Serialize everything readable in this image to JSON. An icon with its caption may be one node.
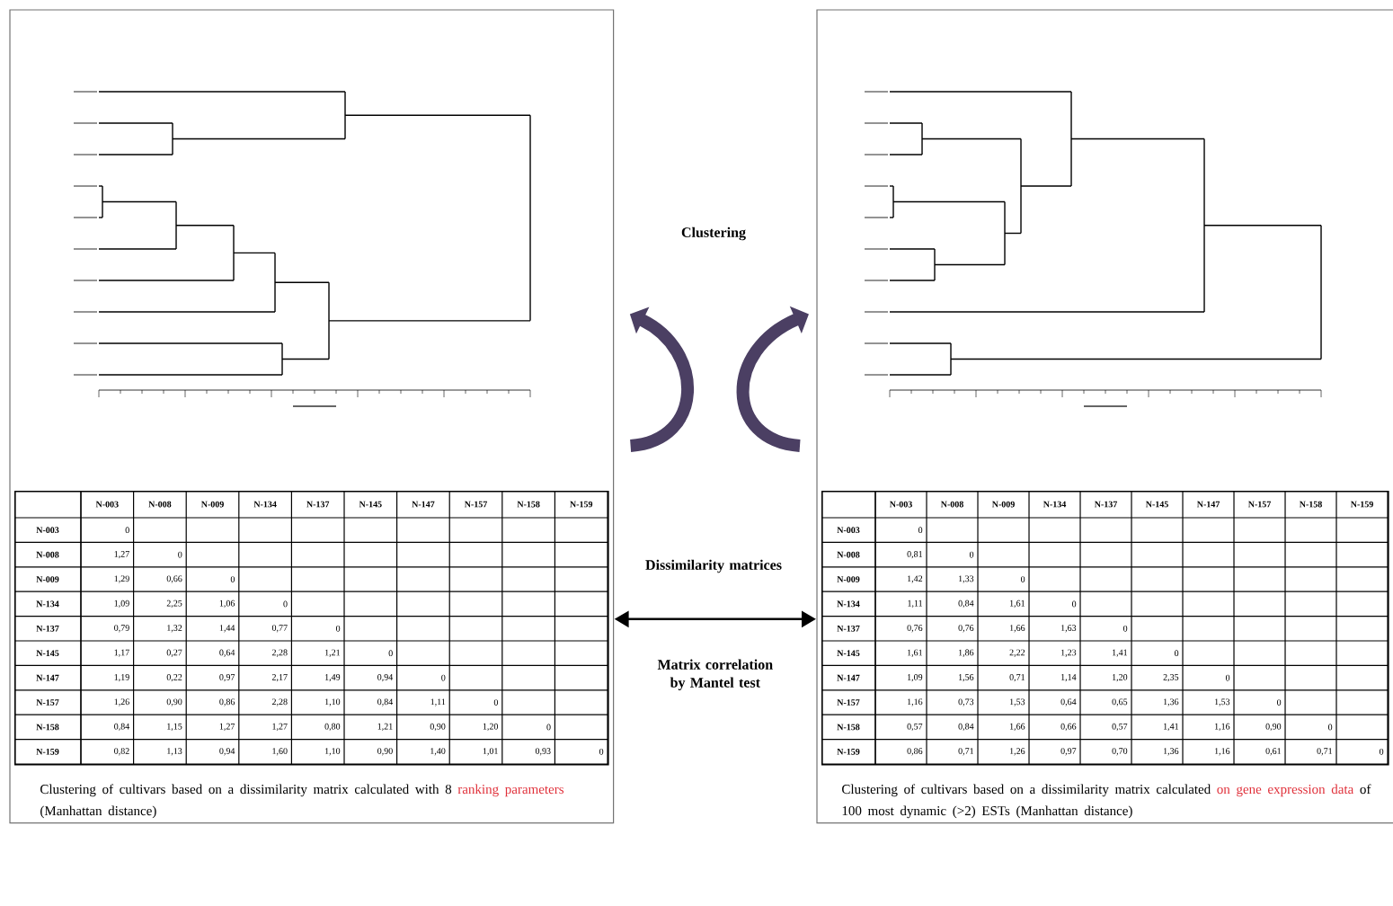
{
  "diagram": {
    "nodes": [
      {
        "text": [],
        "shape": "box"
      },
      {
        "text": [],
        "shape": "picture",
        "in": 0
      },
      {
        "text": [],
        "shape": "box",
        "in": 0
      },
      {
        "text": [
          "Clustering of cultivars based on a dissimilarity matrix calculated with 8",
          "ranking parameters",
          "(Manhattan distance)"
        ],
        "in": 0
      },
      {
        "text": [],
        "shape": "box"
      },
      {
        "text": [],
        "shape": "picture",
        "in": 4
      },
      {
        "text": [],
        "shape": "box",
        "in": 4
      },
      {
        "text": [
          "Clustering of cultivars based on a dissimilarity matrix calculated",
          "on gene expression data",
          "of 100 most dynamic (>2) ESTs (Manhattan distance)"
        ],
        "in": 4
      }
    ],
    "edges": [
      {
        "from": 2,
        "to": 1,
        "arrow": "to",
        "color": "#4b3f63"
      },
      {
        "from": 6,
        "to": 5,
        "arrow": "to",
        "color": "#4b3f63"
      },
      {
        "from": 2,
        "to": 6,
        "arrow": "both",
        "color": "#000000",
        "label": "Matrix correlation by Mantel test"
      }
    ],
    "labels": [
      "Clustering",
      "Dissimilarity matrices",
      "N-003",
      "N-008",
      "N-009",
      "N-134",
      "N-137",
      "N-145",
      "N-147",
      "N-157",
      "N-158",
      "N-159",
      "N-003",
      "0",
      "N-008",
      "1,27",
      "0",
      "N-009",
      "1,29",
      "0,66",
      "0",
      "N-134",
      "1,09",
      "2,25",
      "1,06",
      "0",
      "N-137",
      "0,79",
      "1,32",
      "1,44",
      "0,77",
      "0",
      "N-145",
      "1,17",
      "0,27",
      "0,64",
      "2,28",
      "1,21",
      "0",
      "N-147",
      "1,19",
      "0,22",
      "0,97",
      "2,17",
      "1,49",
      "0,94",
      "0",
      "N-157",
      "1,26",
      "0,90",
      "0,86",
      "2,28",
      "1,10",
      "0,84",
      "1,11",
      "0",
      "N-158",
      "0,84",
      "1,15",
      "1,27",
      "1,27",
      "0,80",
      "1,21",
      "0,90",
      "1,20",
      "0",
      "N-159",
      "0,82",
      "1,13",
      "0,94",
      "1,60",
      "1,10",
      "0,90",
      "1,40",
      "1,01",
      "0,93",
      "0",
      "N-003",
      "N-008",
      "N-009",
      "N-134",
      "N-137",
      "N-145",
      "N-147",
      "N-157",
      "N-158",
      "N-159",
      "N-003",
      "0",
      "N-008",
      "0,81",
      "0",
      "N-009",
      "1,42",
      "1,33",
      "0",
      "N-134",
      "1,11",
      "0,84",
      "1,61",
      "0",
      "N-137",
      "0,76",
      "0,76",
      "1,66",
      "1,63",
      "0",
      "N-145",
      "1,61",
      "1,86",
      "2,22",
      "1,23",
      "1,41",
      "0",
      "N-147",
      "1,09",
      "1,56",
      "0,71",
      "1,14",
      "1,20",
      "2,35",
      "0",
      "N-157",
      "1,16",
      "0,73",
      "1,53",
      "0,64",
      "0,65",
      "1,36",
      "1,53",
      "0",
      "N-158",
      "0,57",
      "0,84",
      "1,66",
      "0,66",
      "0,57",
      "1,41",
      "1,16",
      "0,90",
      "0",
      "N-159",
      "0,86",
      "0,71",
      "1,26",
      "0,97",
      "0,70",
      "1,36",
      "1,16",
      "0,61",
      "0,71",
      "0"
    ]
  }
}
